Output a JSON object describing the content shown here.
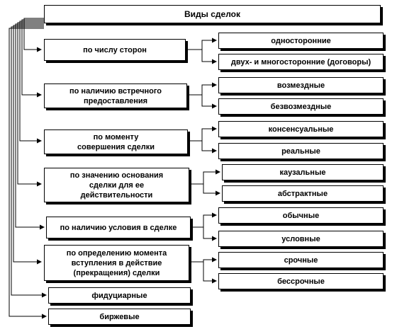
{
  "title": "Виды сделок",
  "categories": [
    {
      "label": "по числу сторон",
      "types": [
        "односторонние",
        "двух- и многосторонние (договоры)"
      ]
    },
    {
      "label": "по наличию встречного\nпредоставления",
      "types": [
        "возмездные",
        "безвозмездные"
      ]
    },
    {
      "label": "по моменту\nсовершения сделки",
      "types": [
        "консенсуальные",
        "реальные"
      ]
    },
    {
      "label": "по значению основания\nсделки для ее\nдействительности",
      "types": [
        "каузальные",
        "абстрактные"
      ]
    },
    {
      "label": "по наличию условия в сделке",
      "types": [
        "обычные",
        "условные"
      ]
    },
    {
      "label": "по определению момента\nвступления в действие\n(прекращения) сделки",
      "types": [
        "срочные",
        "бессрочные"
      ]
    },
    {
      "label": "фидуциарные",
      "types": []
    },
    {
      "label": "биржевые",
      "types": []
    }
  ]
}
